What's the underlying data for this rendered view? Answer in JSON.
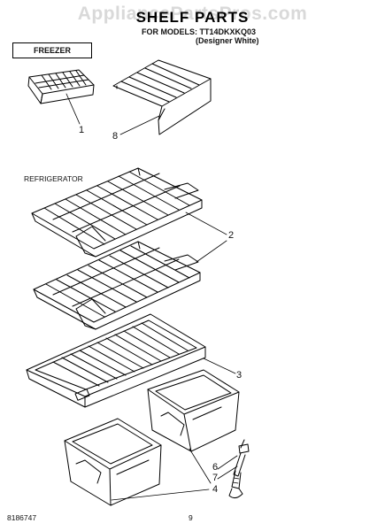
{
  "watermark": "AppliancePartsPros.com",
  "header": {
    "title": "SHELF PARTS",
    "models_line": "FOR MODELS: TT14DKXKQ03",
    "variant": "(Designer White)"
  },
  "sections": {
    "freezer": "FREEZER",
    "refrigerator": "REFRIGERATOR"
  },
  "callouts": {
    "ice_tray": "1",
    "wire_shelf": "2",
    "crisper_cover": "3",
    "crisper_pan": "4",
    "part_6": "6",
    "part_7": "7",
    "freezer_shelf": "8"
  },
  "footer": {
    "doc_number": "8186747",
    "page_number": "9"
  }
}
